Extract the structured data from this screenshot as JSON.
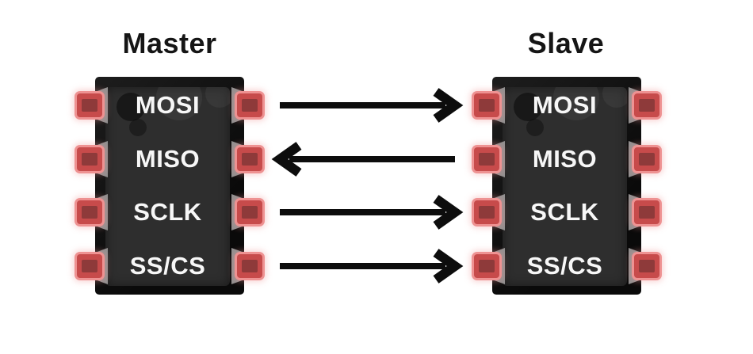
{
  "master": {
    "title": "Master"
  },
  "slave": {
    "title": "Slave"
  },
  "signals": [
    {
      "name": "MOSI",
      "direction": "right"
    },
    {
      "name": "MISO",
      "direction": "left"
    },
    {
      "name": "SCLK",
      "direction": "right"
    },
    {
      "name": "SS/CS",
      "direction": "right"
    }
  ],
  "colors": {
    "page_bg": "#ffffff",
    "chip_face": "#2e2e2e",
    "pin_fill": "#c74b4b",
    "pin_inner": "#8e3a3a",
    "pin_glow": "#ee9292",
    "lead_gray": "#8f8f8f",
    "arrow": "#0d0d0d",
    "label_text": "#f7f7f7",
    "title_text": "#151515"
  }
}
